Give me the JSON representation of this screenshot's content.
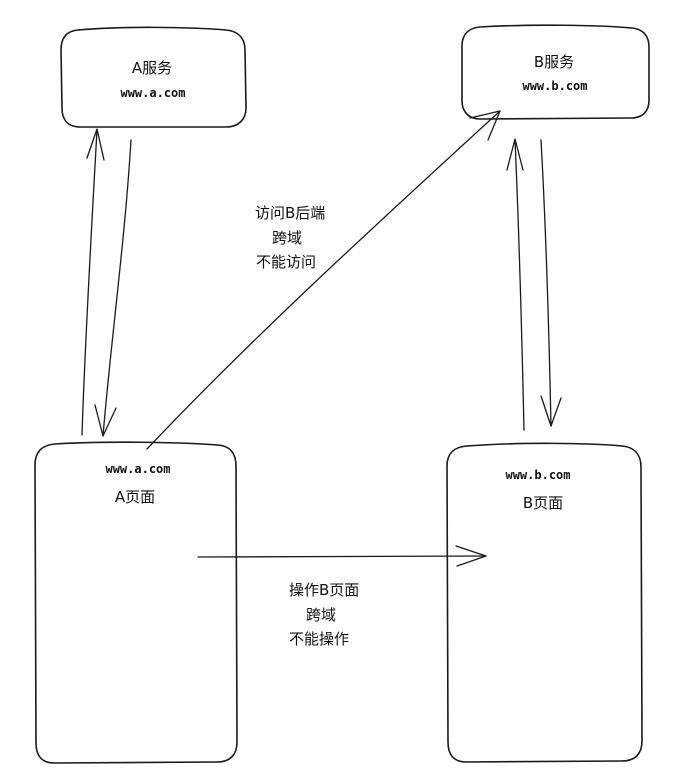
{
  "service_a": {
    "title": "A服务",
    "url": "www.a.com"
  },
  "service_b": {
    "title": "B服务",
    "url": "www.b.com"
  },
  "page_a": {
    "url": "www.a.com",
    "title": "A页面"
  },
  "page_b": {
    "url": "www.b.com",
    "title": "B页面"
  },
  "label_backend": {
    "line1": "访问B后端",
    "line2": "跨域",
    "line3": "不能访问"
  },
  "label_page": {
    "line1": "操作B页面",
    "line2": "跨域",
    "line3": "不能操作"
  }
}
